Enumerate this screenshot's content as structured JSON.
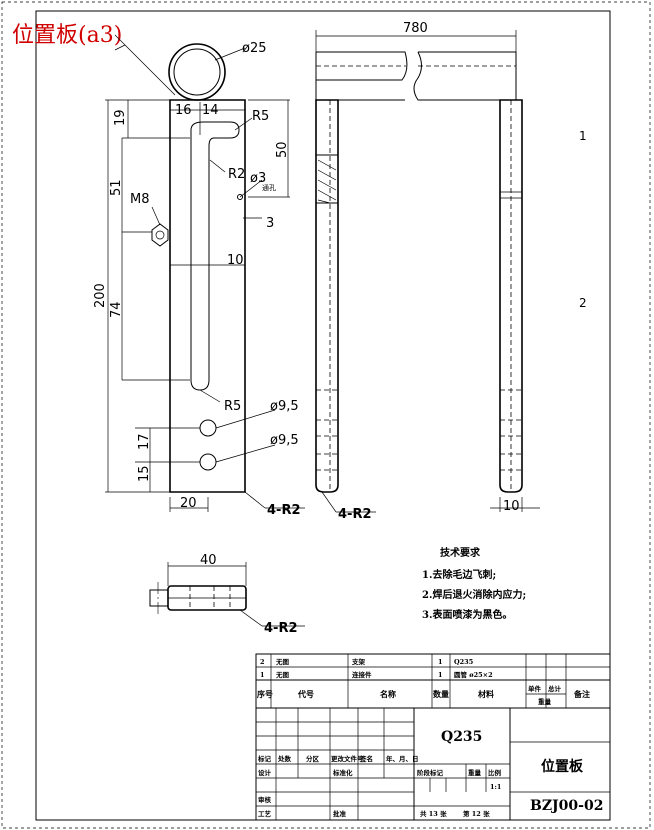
{
  "title": "位置板(a3)",
  "front_view": {
    "dim_dia25": "ø25",
    "dim_16": "16",
    "dim_14": "14",
    "dim_R5_top": "R5",
    "dim_19": "19",
    "dim_50": "50",
    "dim_R2": "R2",
    "dim_dia3": "ø3",
    "dim_dia3_note": "通孔",
    "dim_51": "51",
    "dim_M8": "M8",
    "dim_3": "3",
    "dim_10": "10",
    "dim_200": "200",
    "dim_74": "74",
    "dim_R5_bottom": "R5",
    "dim_dia95_a": "ø9,5",
    "dim_dia95_b": "ø9,5",
    "dim_17": "17",
    "dim_15": "15",
    "dim_20": "20",
    "dim_4R2": "4-R2"
  },
  "side_view": {
    "dim_780": "780",
    "dim_4R2": "4-R2",
    "dim_10": "10"
  },
  "top_view": {
    "dim_40": "40",
    "dim_4R2": "4-R2"
  },
  "zones": [
    "1",
    "2"
  ],
  "tech_notes": {
    "heading": "技术要求",
    "items": [
      "1.去除毛边飞刺;",
      "2.焊后退火消除内应力;",
      "3.表面喷漆为黑色。"
    ]
  },
  "bom": {
    "rows": [
      {
        "no": "2",
        "code": "无图",
        "name": "支架",
        "qty": "1",
        "material": "Q235"
      },
      {
        "no": "1",
        "code": "无图",
        "name": "连接件",
        "qty": "1",
        "material": "圆管 ø25×2"
      }
    ],
    "header": {
      "no": "序号",
      "code": "代号",
      "name": "名称",
      "qty": "数量",
      "material": "材料",
      "unit": "单件",
      "total": "总计",
      "weight": "重量",
      "remark": "备注"
    }
  },
  "title_block": {
    "material": "Q235",
    "part_name": "位置板",
    "drawing_no": "BZJ00-02",
    "scale": "1:1",
    "sheets": "共 13 张",
    "sheet": "第 12 张",
    "labels": {
      "mark": "标记",
      "count": "处数",
      "zone": "分区",
      "change_doc": "更改文件号",
      "sign": "签名",
      "date": "年、月、日",
      "design": "设计",
      "standardize": "标准化",
      "stage": "阶段标记",
      "weight": "重量",
      "scale": "比例",
      "review": "审核",
      "process": "工艺",
      "approve": "批准"
    }
  }
}
